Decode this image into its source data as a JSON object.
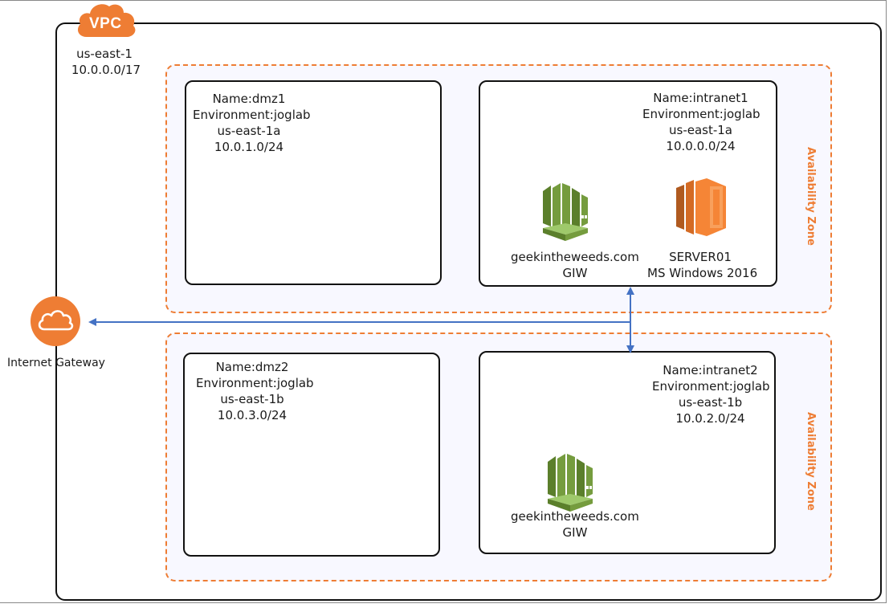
{
  "vpc": {
    "badge": "VPC",
    "region": "us-east-1",
    "cidr": "10.0.0.0/17"
  },
  "gateway": {
    "label": "Internet Gateway"
  },
  "availability_zones": [
    {
      "label": "Availability Zone"
    },
    {
      "label": "Availability Zone"
    }
  ],
  "subnets": {
    "dmz1": {
      "lines": [
        "Name:dmz1",
        "Environment:joglab",
        "us-east-1a",
        "10.0.1.0/24"
      ]
    },
    "intranet1": {
      "lines": [
        "Name:intranet1",
        "Environment:joglab",
        "us-east-1a",
        "10.0.0.0/24"
      ]
    },
    "dmz2": {
      "lines": [
        "Name:dmz2",
        "Environment:joglab",
        "us-east-1b",
        "10.0.3.0/24"
      ]
    },
    "intranet2": {
      "lines": [
        "Name:intranet2",
        "Environment:joglab",
        "us-east-1b",
        "10.0.2.0/24"
      ]
    }
  },
  "resources": {
    "directory1": {
      "icon": "directory-service-icon",
      "lines": [
        "geekintheweeds.com",
        "GIW"
      ]
    },
    "server01": {
      "icon": "ec2-instance-icon",
      "lines": [
        "SERVER01",
        "MS Windows 2016"
      ]
    },
    "directory2": {
      "icon": "directory-service-icon",
      "lines": [
        "geekintheweeds.com",
        "GIW"
      ]
    }
  },
  "colors": {
    "aws_orange": "#ee7d34",
    "ec2_orange": "#f58536",
    "directory_green": "#759c3e",
    "connector_blue": "#4472c4"
  }
}
